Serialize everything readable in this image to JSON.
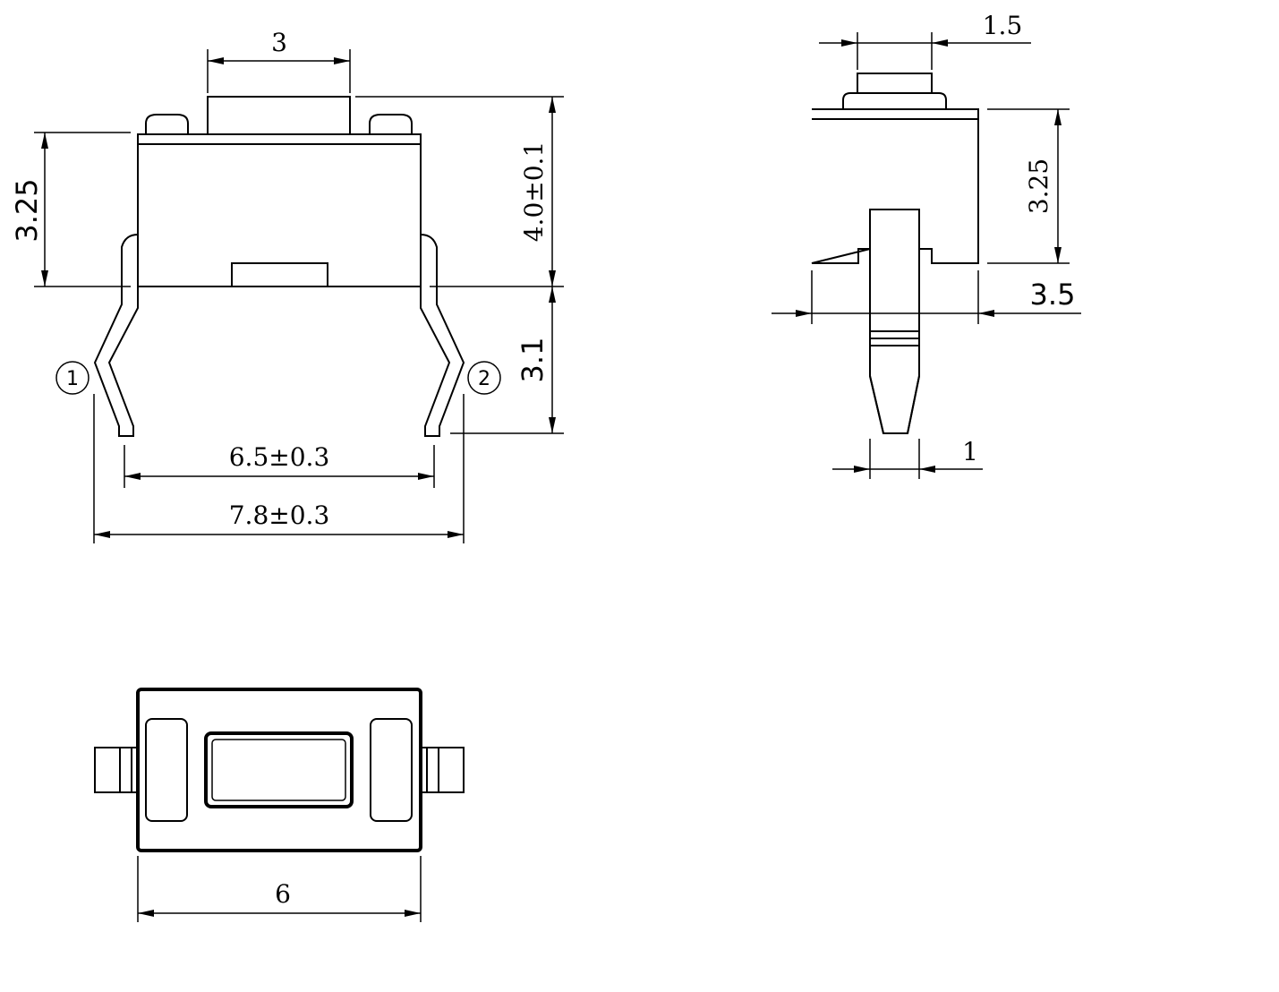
{
  "front_view": {
    "dim_top_width": "3",
    "dim_height_left": "3.25",
    "dim_height_right": "4.0±0.1",
    "dim_lead_height": "3.1",
    "dim_lead_inner": "6.5±0.3",
    "dim_lead_outer": "7.8±0.3",
    "pin_1": "1",
    "pin_2": "2"
  },
  "side_view": {
    "dim_actuator_width": "1.5",
    "dim_body_height": "3.25",
    "dim_body_width": "3.5",
    "dim_lead_width": "1"
  },
  "top_view": {
    "dim_body_width": "6"
  }
}
